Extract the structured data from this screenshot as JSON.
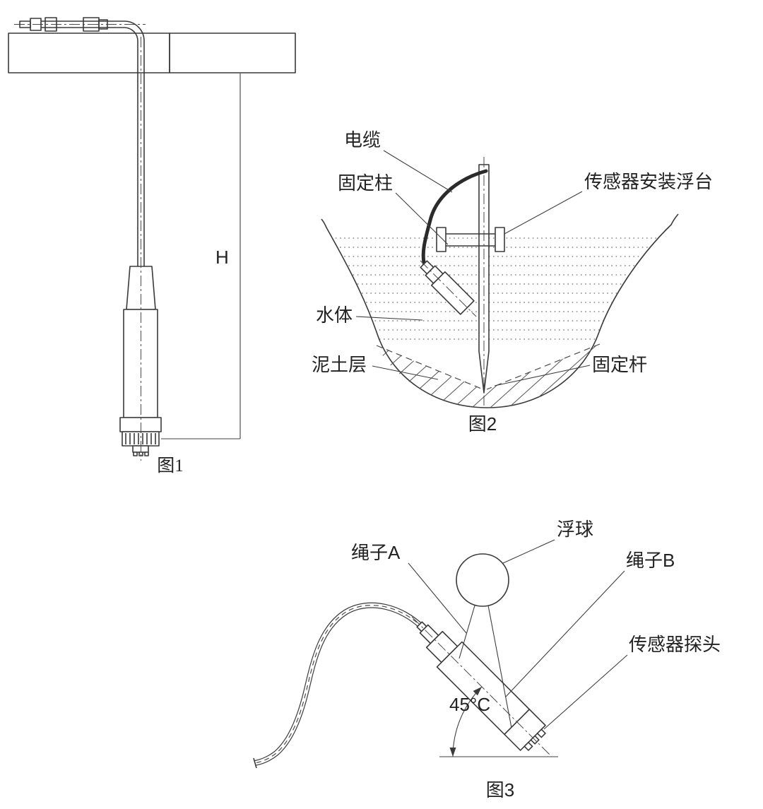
{
  "page": {
    "background": "#ffffff",
    "line_color": "#3a3a3a",
    "text_color": "#222222"
  },
  "fig1": {
    "caption": "图1",
    "height_label": "H"
  },
  "fig2": {
    "caption": "图2",
    "labels": {
      "cable": "电缆",
      "fixing_post": "固定柱",
      "float_platform": "传感器安装浮台",
      "water": "水体",
      "mud_layer": "泥土层",
      "fixing_rod": "固定杆"
    }
  },
  "fig3": {
    "caption": "图3",
    "labels": {
      "float_ball": "浮球",
      "rope_a": "绳子A",
      "rope_b": "绳子B",
      "sensor_probe": "传感器探头",
      "angle": "45°C"
    }
  }
}
